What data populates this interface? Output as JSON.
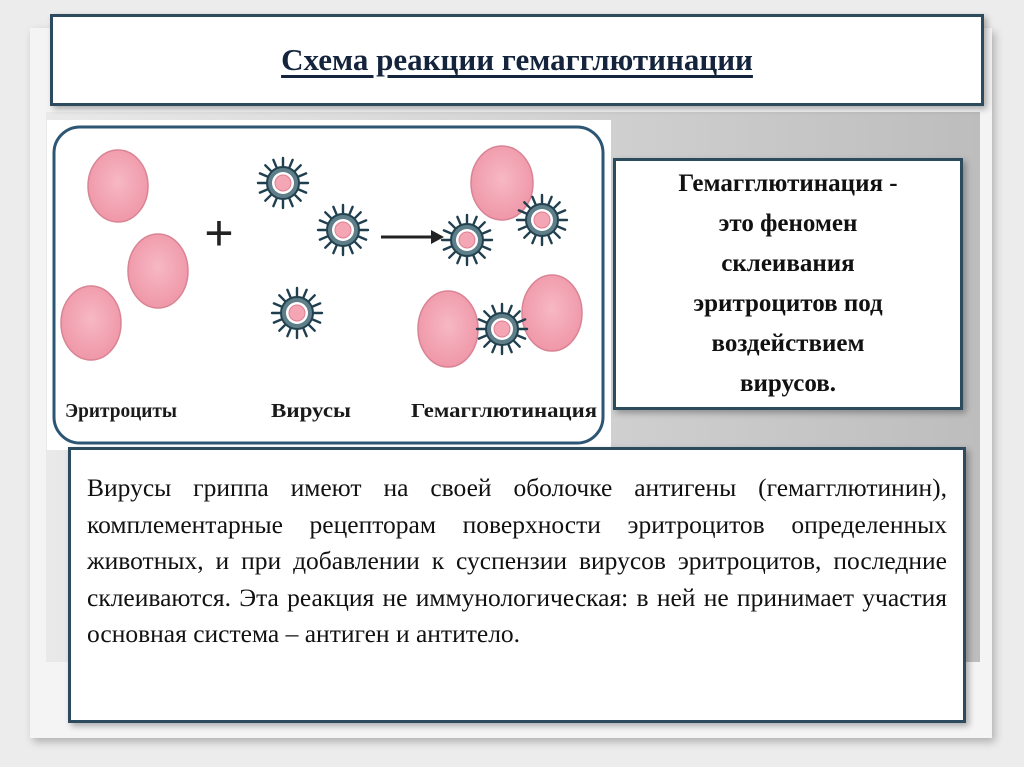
{
  "title": "Схема реакции гемагглютинации",
  "diagram": {
    "labels": {
      "erythrocytes": "Эритроциты",
      "viruses": "Вирусы",
      "hemagglutination": "Гемагглютинация"
    },
    "colors": {
      "cell_fill": "#f2a3b3",
      "cell_stroke": "#d98494",
      "virus_fill": "#5e7f8a",
      "virus_core": "#f4a6b4",
      "frame": "#2d5675"
    },
    "operators": {
      "plus": "+",
      "arrow": "→"
    }
  },
  "definition": {
    "lines": [
      "Гемагглютинация -",
      "это феномен",
      "склеивания",
      "эритроцитов под",
      "воздействием",
      "вирусов."
    ]
  },
  "body_text": "Вирусы гриппа имеют на своей оболочке антигены (гемагглютинин), комплементарные рецепторам поверхности эритроцитов определенных животных, и при добавлении к суспензии вирусов эритроцитов, последние склеиваются. Эта реакция не иммунологическая: в ней не принимает участия основная система – антиген и антитело."
}
